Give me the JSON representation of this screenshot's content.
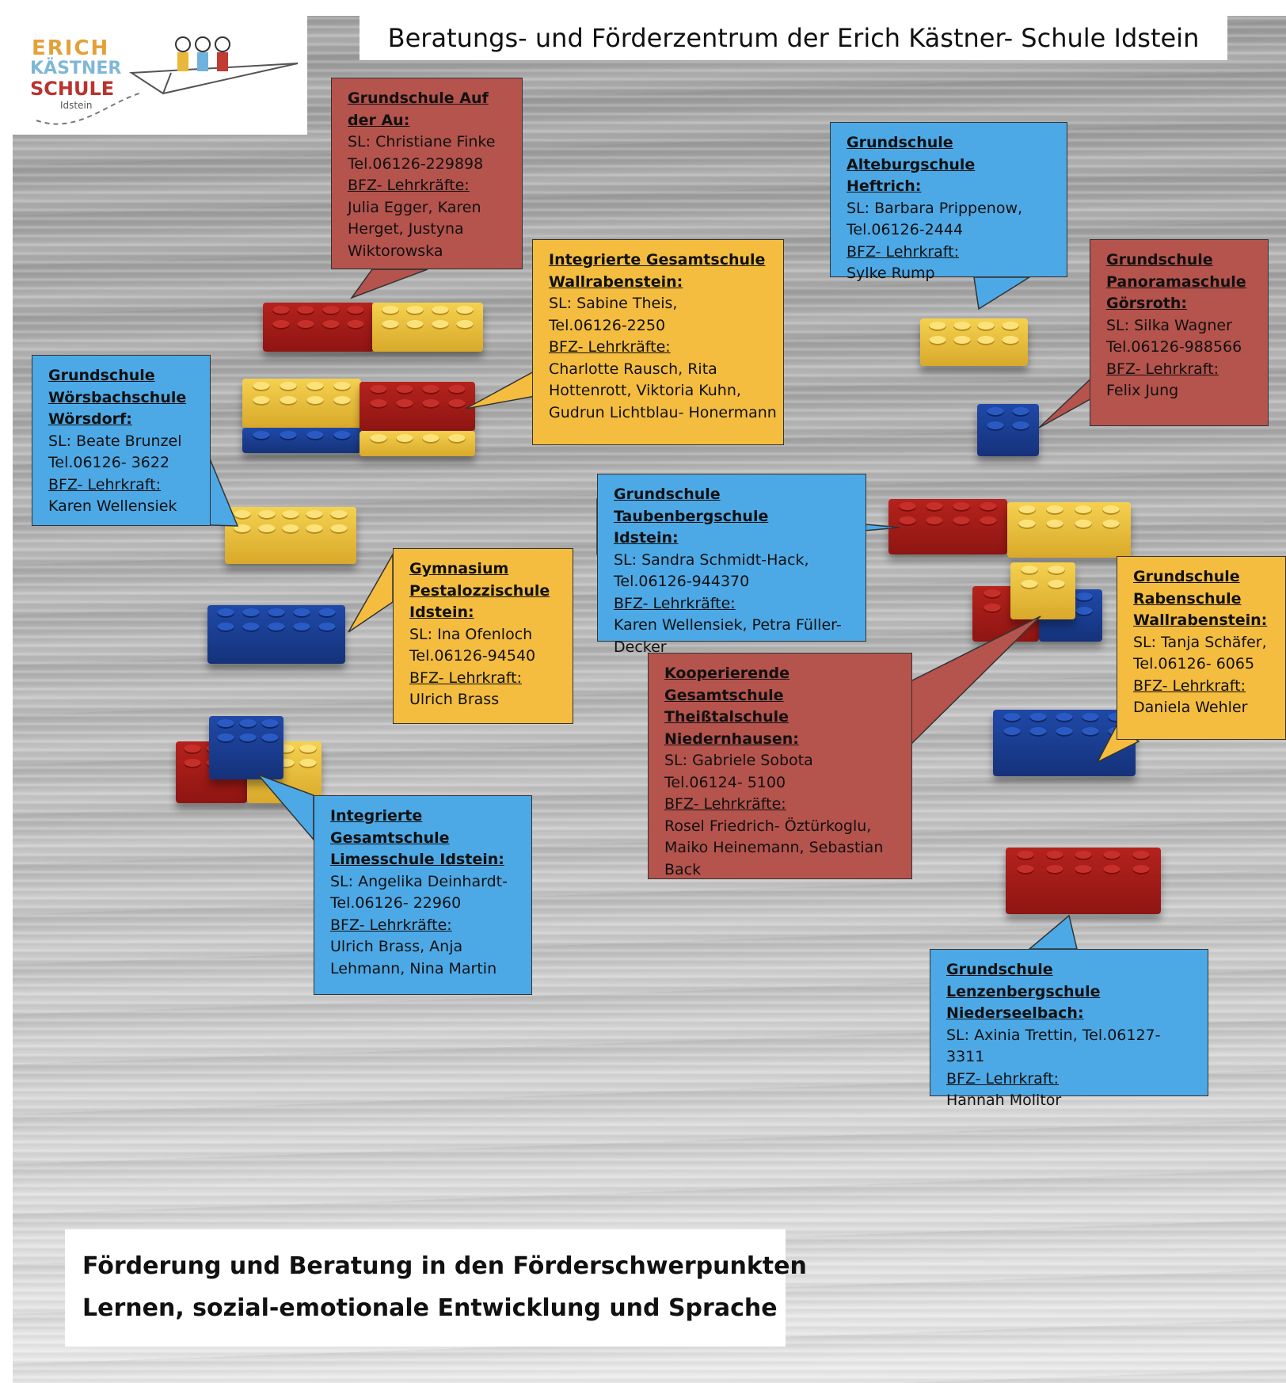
{
  "header": {
    "title": "Beratungs- und Förderzentrum der Erich Kästner- Schule Idstein"
  },
  "logo": {
    "line1": "ERICH",
    "line2": "KÄSTNER",
    "line3": "SCHULE",
    "line4": "Idstein",
    "colors": {
      "erich": "#e3a13a",
      "kaestner": "#7fb7d6",
      "schule": "#b8342f",
      "sub": "#555555"
    }
  },
  "footer": {
    "line1": "Förderung und Beratung in den Förderschwerpunkten",
    "line2": "Lernen, sozial-emotionale Entwicklung und Sprache"
  },
  "colors": {
    "red_card": "#b5534d",
    "blue_card": "#4da9e6",
    "yellow_card": "#f4bd3f"
  },
  "cards": {
    "au": {
      "title1": "Grundschule Auf",
      "title2": "der Au:",
      "sl": "SL: Christiane Finke",
      "tel": "Tel.06126-229898",
      "bfz": "BFZ- Lehrkräfte:",
      "t1": "Julia Egger, Karen",
      "t2": "Herget,  Justyna",
      "t3": "Wiktorowska"
    },
    "igs_wall": {
      "title1": "Integrierte Gesamtschule",
      "title2": "Wallrabenstein:",
      "sl": "SL: Sabine Theis,",
      "tel": "Tel.06126-2250",
      "bfz": "BFZ- Lehrkräfte:",
      "t1": "Charlotte Rausch, Rita",
      "t2": "Hottenrott, Viktoria Kuhn,",
      "t3": "Gudrun Lichtblau- Honermann"
    },
    "alteburg": {
      "title1": "Grundschule",
      "title2": "Alteburgschule Heftrich:",
      "sl": "SL: Barbara Prippenow,",
      "tel": "Tel.06126-2444",
      "bfz": "BFZ- Lehrkraft:",
      "t1": "Sylke Rump"
    },
    "panorama": {
      "title1": "Grundschule",
      "title2": "Panoramaschule",
      "title3": "Görsroth:",
      "sl": "SL: Silka Wagner",
      "tel": "Tel.06126-988566",
      "bfz": "BFZ- Lehrkraft:",
      "t1": "Felix Jung"
    },
    "woersbach": {
      "title1": "Grundschule",
      "title2": "Wörsbachschule",
      "title3": "Wörsdorf:",
      "sl": "SL: Beate Brunzel",
      "tel": "Tel.06126- 3622",
      "bfz": "BFZ- Lehrkraft:",
      "t1": "Karen Wellensiek"
    },
    "taubenberg": {
      "title1": "Grundschule Taubenbergschule",
      "title2": "Idstein:",
      "sl": "SL: Sandra Schmidt-Hack,",
      "tel": "Tel.06126-944370",
      "bfz": "BFZ- Lehrkräfte:",
      "t1": "Karen Wellensiek, Petra Füller-",
      "t2": "Decker"
    },
    "pestalozzi": {
      "title1": "Gymnasium",
      "title2": "Pestalozzischule",
      "title3": "Idstein:",
      "sl": "SL: Ina Ofenloch",
      "tel": "Tel.06126-94540",
      "bfz": "BFZ- Lehrkraft:",
      "t1": "Ulrich Brass"
    },
    "raben": {
      "title1": "Grundschule",
      "title2": "Rabenschule",
      "title3": "Wallrabenstein:",
      "sl": "SL: Tanja Schäfer,",
      "tel": "Tel.06126- 6065",
      "bfz": "BFZ- Lehrkraft:",
      "t1": "Daniela Wehler"
    },
    "theisstal": {
      "title1": "Kooperierende Gesamtschule",
      "title2": "Theißtalschule",
      "title3": "Niedernhausen:",
      "sl": "SL: Gabriele  Sobota",
      "tel": "Tel.06124- 5100",
      "bfz": "BFZ- Lehrkräfte:",
      "t1": "Rosel Friedrich- Öztürkoglu,",
      "t2": "Maiko Heinemann, Sebastian",
      "t3": "Back"
    },
    "limes": {
      "title1": "Integrierte",
      "title2": "Gesamtschule",
      "title3": "Limesschule Idstein:",
      "sl": "SL: Angelika Deinhardt-",
      "tel": "Tel.06126- 22960",
      "bfz": "BFZ- Lehrkräfte:",
      "t1": "Ulrich Brass, Anja",
      "t2": "Lehmann, Nina Martin"
    },
    "lenzenberg": {
      "title1": "Grundschule Lenzenbergschule",
      "title2": "Niederseelbach:",
      "sl": "SL: Axinia Trettin, Tel.06127-",
      "tel": "3311",
      "bfz": "BFZ- Lehrkraft:",
      "t1": "Hannah Molitor"
    }
  }
}
